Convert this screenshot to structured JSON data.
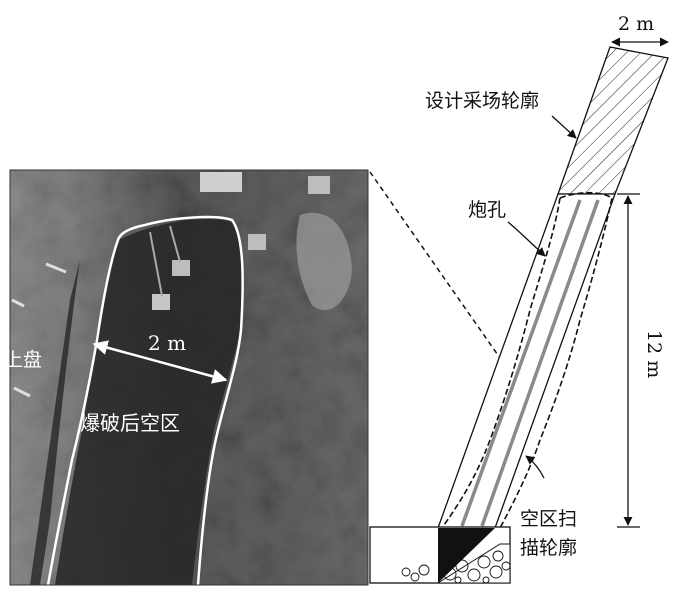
{
  "photo": {
    "hanging_wall_label": "上盘",
    "width_label": "2 m",
    "void_label": "爆破后空区"
  },
  "schematic": {
    "design_outline_label": "设计采场轮廓",
    "blasthole_label": "炮孔",
    "top_width_label": "2 m",
    "height_label": "12 m",
    "scan_outline_label_line1": "空区扫",
    "scan_outline_label_line2": "描轮廓"
  },
  "colors": {
    "line": "#111111",
    "blasthole": "#8a8a8a",
    "photo_dark": "#2b2b2b",
    "photo_light": "#9a9a9a"
  }
}
